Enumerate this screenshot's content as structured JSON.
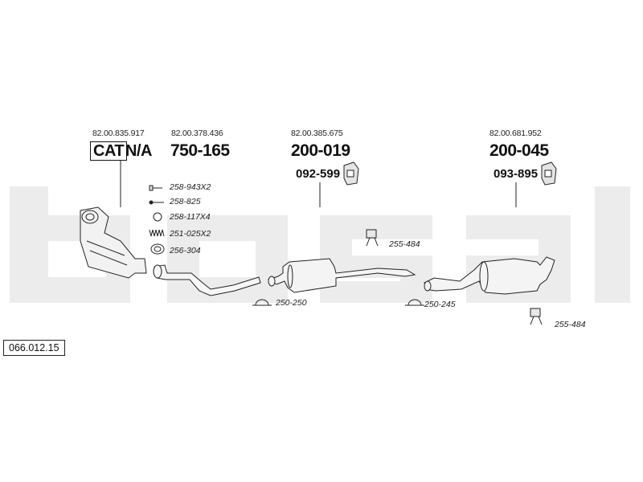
{
  "diagram_number": "066.012.15",
  "watermark": "bosal",
  "groups": [
    {
      "ref": "82.00.835.917",
      "code_prefix": "CAT",
      "code_suffix": "N/A"
    },
    {
      "ref": "82.00.378.436",
      "code": "750-165"
    },
    {
      "ref": "82.00.385.675",
      "code": "200-019",
      "sub_code": "092-599"
    },
    {
      "ref": "82.00.681.952",
      "code": "200-045",
      "sub_code": "093-895"
    }
  ],
  "kit_parts": [
    "258-943X2",
    "258-825",
    "258-117X4",
    "251-025X2",
    "256-304"
  ],
  "clamps": {
    "hanger_1": "255-484",
    "clamp_1": "250-250",
    "clamp_2": "250-245",
    "hanger_2": "255-484"
  }
}
